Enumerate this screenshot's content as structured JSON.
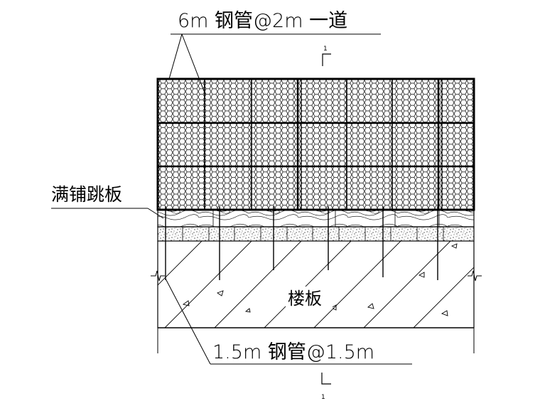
{
  "labels": {
    "top_pipe": "6m 钢管@2m 一道",
    "scaffold_board": "满铺跳板",
    "floor_slab": "楼板",
    "bottom_pipe": "1.5m 钢管@1.5m"
  },
  "section_marks": {
    "top": "1",
    "bottom": "1"
  }
}
